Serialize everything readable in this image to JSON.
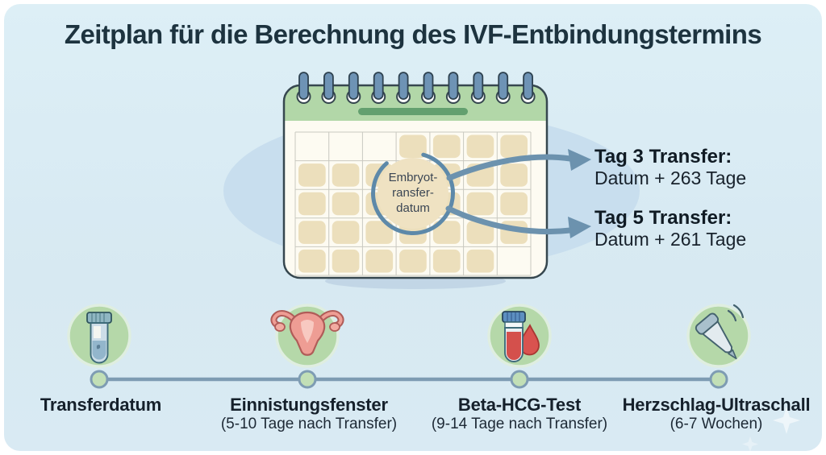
{
  "title": "Zeitplan für die Berechnung des IVF-Entbindungstermins",
  "calendar": {
    "center_label": [
      "Embryot-",
      "ransfer-",
      "datum"
    ]
  },
  "annotations": [
    {
      "title": "Tag 3 Transfer:",
      "value": "Datum + 263 Tage"
    },
    {
      "title": "Tag 5 Transfer:",
      "value": "Datum + 261 Tage"
    }
  ],
  "timeline": [
    {
      "label": "Transferdatum",
      "sublabel": "",
      "icon": "specimen-tube-icon"
    },
    {
      "label": "Einnistungsfenster",
      "sublabel": "(5-10 Tage nach Transfer)",
      "icon": "uterus-icon"
    },
    {
      "label": "Beta-HCG-Test",
      "sublabel": "(9-14 Tage nach Transfer)",
      "icon": "blood-test-tube-icon"
    },
    {
      "label": "Herzschlag-Ultraschall",
      "sublabel": "(6-7 Wochen)",
      "icon": "ultrasound-probe-icon"
    }
  ],
  "colors": {
    "background": "#d9eaf3",
    "blob": "#c8deee",
    "title_text": "#1d333f",
    "calendar_body": "#fdfbf2",
    "calendar_header_green": "#b2d7a8",
    "calendar_bar_green": "#63a06f",
    "calendar_cell_tan": "#ecdfbc",
    "grid_line": "#c9c9c0",
    "ring_blue": "#6e93b5",
    "circle_fill_tan": "#efe2c2",
    "arrow_blue": "#6c92ae",
    "timeline_blue": "#7e9cb3",
    "icon_circle_green": "#b5d8a9"
  }
}
